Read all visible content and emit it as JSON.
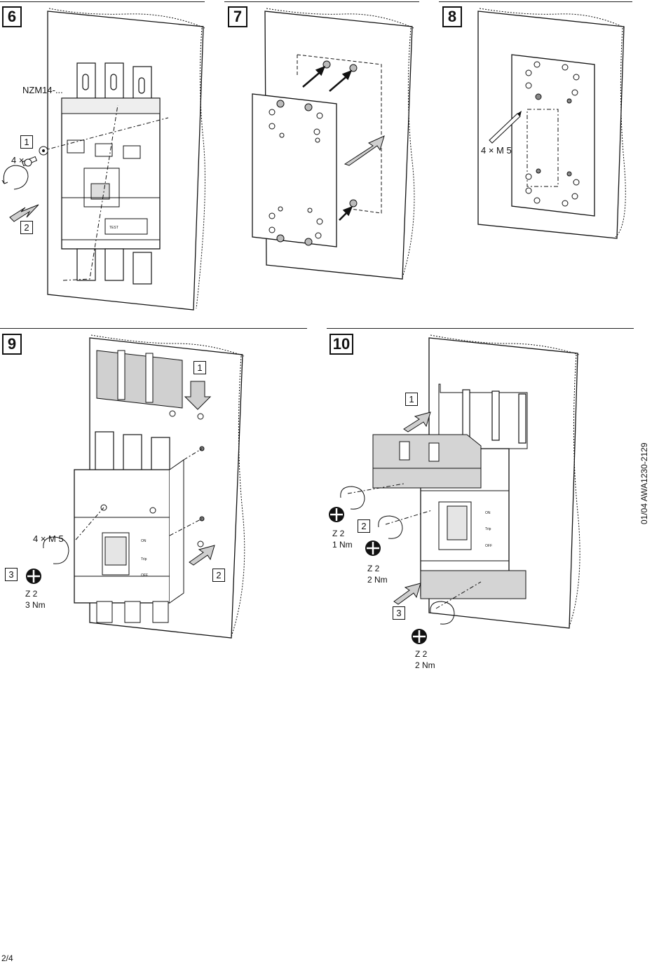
{
  "steps": [
    {
      "number": "6",
      "model": "NZM14-...",
      "callouts": [
        "1",
        "2"
      ],
      "quantity": "4 ×"
    },
    {
      "number": "7"
    },
    {
      "number": "8",
      "screw": "4 × M 5"
    },
    {
      "number": "9",
      "callouts": [
        "1",
        "2",
        "3"
      ],
      "screw": "4 × M 5",
      "tool": "Z 2",
      "torque": "3 Nm"
    },
    {
      "number": "10",
      "callouts": [
        "1",
        "2",
        "3"
      ],
      "tool1": "Z 2",
      "torque1": "1 Nm",
      "tool2": "Z 2",
      "torque2": "2 Nm",
      "tool3": "Z 2",
      "torque3": "2 Nm"
    }
  ],
  "breaker_labels": {
    "on": "ON",
    "trip": "Trip",
    "off": "OFF",
    "test": "TEST"
  },
  "doc_code": "01/04 AWA1230-2129",
  "page_number": "2/4"
}
